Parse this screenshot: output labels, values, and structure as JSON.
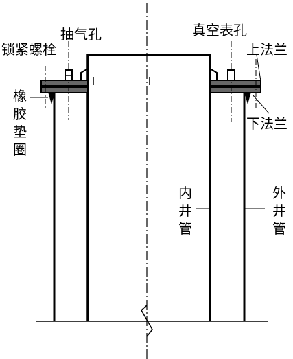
{
  "labels": {
    "lock_bolt": "锁紧螺栓",
    "air_hole": "抽气孔",
    "rubber_gasket": "橡胶垫圈",
    "vacuum_gauge_hole": "真空表孔",
    "upper_flange": "上法兰",
    "lower_flange": "下法兰",
    "inner_well_pipe": "内井管",
    "outer_well_pipe": "外井管"
  },
  "colors": {
    "line": "#000000",
    "flange_fill": "#666666",
    "background": "#ffffff"
  }
}
